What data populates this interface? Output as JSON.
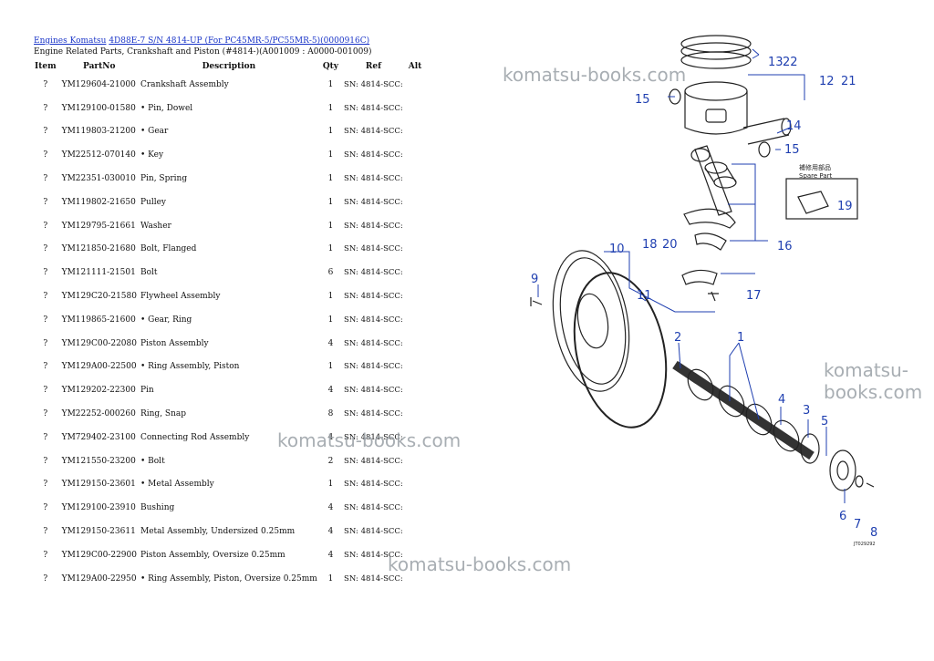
{
  "breadcrumb": {
    "link1": "Engines Komatsu",
    "link2": "4D88E-7 S/N 4814-UP (For PC45MR-5/PC55MR-5)(0000916C)"
  },
  "subtitle": "Engine Related Parts, Crankshaft and Piston (#4814-)(A001009 : A0000-001009)",
  "table": {
    "headers": {
      "item": "Item",
      "partno": "PartNo",
      "desc": "Description",
      "qty": "Qty",
      "ref": "Ref",
      "alt": "Alt"
    },
    "rows": [
      {
        "item": "?",
        "partno": "YM129604-21000",
        "desc": "Crankshaft Assembly",
        "qty": "1",
        "ref": "SN: 4814-SCC:"
      },
      {
        "item": "?",
        "partno": "YM129100-01580",
        "desc": "• Pin, Dowel",
        "qty": "1",
        "ref": "SN: 4814-SCC:"
      },
      {
        "item": "?",
        "partno": "YM119803-21200",
        "desc": "• Gear",
        "qty": "1",
        "ref": "SN: 4814-SCC:"
      },
      {
        "item": "?",
        "partno": "YM22512-070140",
        "desc": "• Key",
        "qty": "1",
        "ref": "SN: 4814-SCC:"
      },
      {
        "item": "?",
        "partno": "YM22351-030010",
        "desc": "Pin, Spring",
        "qty": "1",
        "ref": "SN: 4814-SCC:"
      },
      {
        "item": "?",
        "partno": "YM119802-21650",
        "desc": "Pulley",
        "qty": "1",
        "ref": "SN: 4814-SCC:"
      },
      {
        "item": "?",
        "partno": "YM129795-21661",
        "desc": "Washer",
        "qty": "1",
        "ref": "SN: 4814-SCC:"
      },
      {
        "item": "?",
        "partno": "YM121850-21680",
        "desc": "Bolt, Flanged",
        "qty": "1",
        "ref": "SN: 4814-SCC:"
      },
      {
        "item": "?",
        "partno": "YM121111-21501",
        "desc": "Bolt",
        "qty": "6",
        "ref": "SN: 4814-SCC:"
      },
      {
        "item": "?",
        "partno": "YM129C20-21580",
        "desc": "Flywheel Assembly",
        "qty": "1",
        "ref": "SN: 4814-SCC:"
      },
      {
        "item": "?",
        "partno": "YM119865-21600",
        "desc": "• Gear, Ring",
        "qty": "1",
        "ref": "SN: 4814-SCC:"
      },
      {
        "item": "?",
        "partno": "YM129C00-22080",
        "desc": "Piston Assembly",
        "qty": "4",
        "ref": "SN: 4814-SCC:"
      },
      {
        "item": "?",
        "partno": "YM129A00-22500",
        "desc": "• Ring Assembly, Piston",
        "qty": "1",
        "ref": "SN: 4814-SCC:"
      },
      {
        "item": "?",
        "partno": "YM129202-22300",
        "desc": "Pin",
        "qty": "4",
        "ref": "SN: 4814-SCC:"
      },
      {
        "item": "?",
        "partno": "YM22252-000260",
        "desc": "Ring, Snap",
        "qty": "8",
        "ref": "SN: 4814-SCC:"
      },
      {
        "item": "?",
        "partno": "YM729402-23100",
        "desc": "Connecting Rod Assembly",
        "qty": "4",
        "ref": "SN: 4814-SCC:"
      },
      {
        "item": "?",
        "partno": "YM121550-23200",
        "desc": "• Bolt",
        "qty": "2",
        "ref": "SN: 4814-SCC:"
      },
      {
        "item": "?",
        "partno": "YM129150-23601",
        "desc": "• Metal Assembly",
        "qty": "1",
        "ref": "SN: 4814-SCC:"
      },
      {
        "item": "?",
        "partno": "YM129100-23910",
        "desc": "Bushing",
        "qty": "4",
        "ref": "SN: 4814-SCC:"
      },
      {
        "item": "?",
        "partno": "YM129150-23611",
        "desc": "Metal Assembly, Undersized 0.25mm",
        "qty": "4",
        "ref": "SN: 4814-SCC:"
      },
      {
        "item": "?",
        "partno": "YM129C00-22900",
        "desc": "Piston Assembly, Oversize 0.25mm",
        "qty": "4",
        "ref": "SN: 4814-SCC:"
      },
      {
        "item": "?",
        "partno": "YM129A00-22950",
        "desc": "• Ring Assembly, Piston, Oversize 0.25mm",
        "qty": "1",
        "ref": "SN: 4814-SCC:"
      }
    ]
  },
  "watermark": "komatsu-books.com",
  "diagram": {
    "callouts": [
      "13",
      "22",
      "12",
      "21",
      "15",
      "14",
      "15",
      "19",
      "10",
      "18",
      "20",
      "16",
      "9",
      "11",
      "17",
      "2",
      "1",
      "4",
      "3",
      "5",
      "6",
      "7",
      "8"
    ],
    "spare_part_jp": "補修用部品",
    "spare_part_en": "Spare Part",
    "drawing_code": "JT029292"
  }
}
